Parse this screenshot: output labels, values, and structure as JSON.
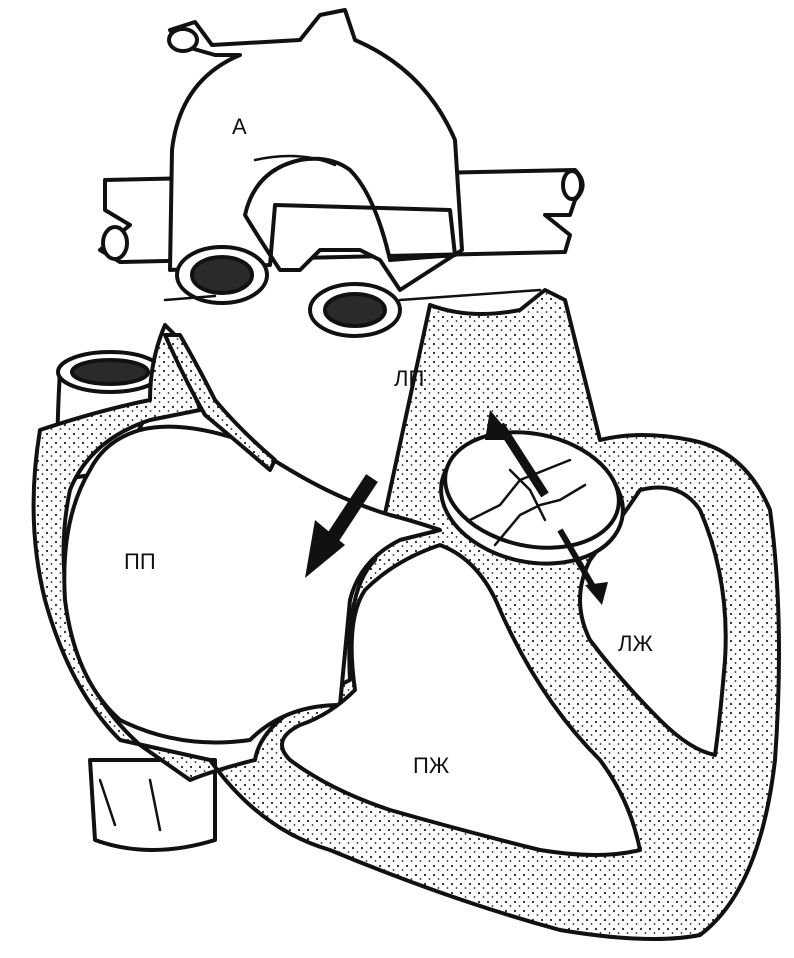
{
  "labels": {
    "aorta": "А",
    "left_atrium": "ЛП",
    "right_atrium": "ПП",
    "left_ventricle": "ЛЖ",
    "right_ventricle": "ПЖ"
  },
  "colors": {
    "ink": "#111111",
    "background": "#ffffff"
  }
}
